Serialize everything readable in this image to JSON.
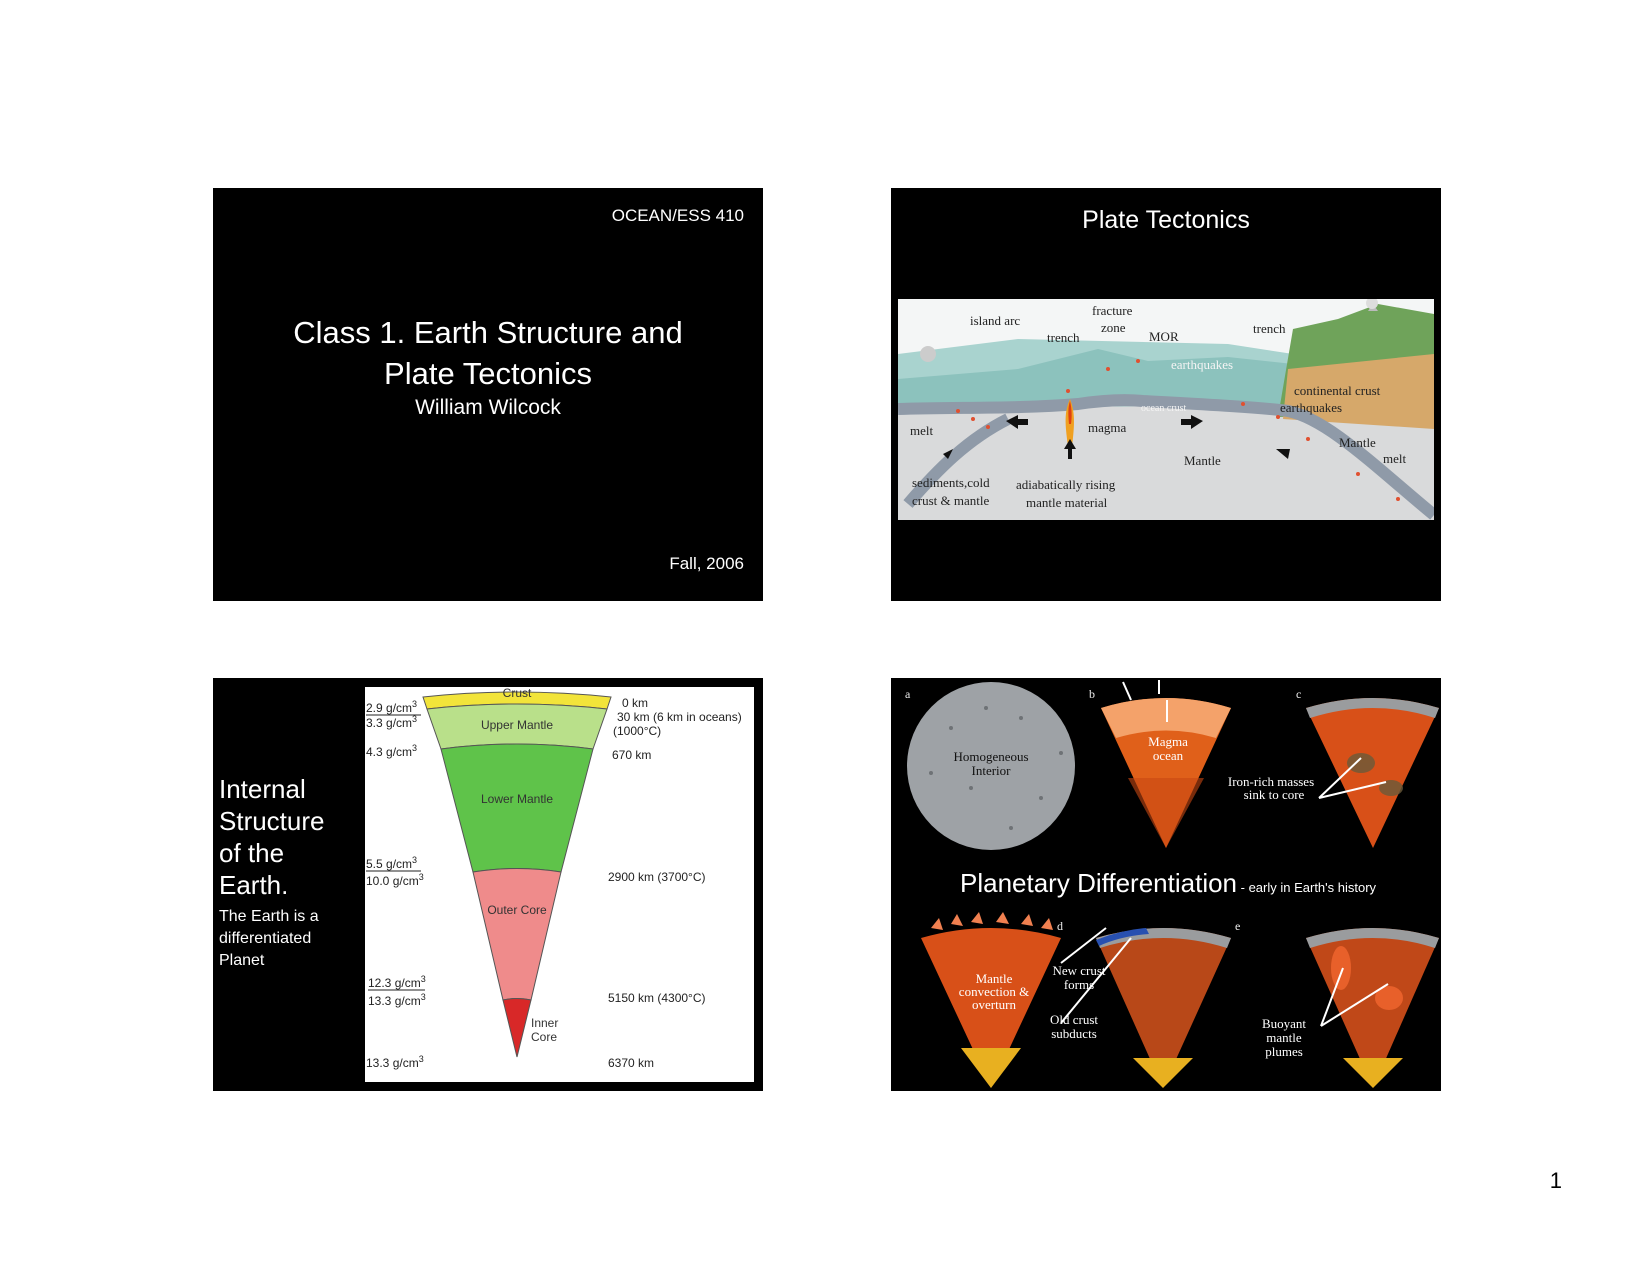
{
  "slide1": {
    "course": "OCEAN/ESS 410",
    "title_line1": "Class 1.  Earth Structure and",
    "title_line2": "Plate Tectonics",
    "author": "William Wilcock",
    "term": "Fall, 2006"
  },
  "slide2": {
    "title": "Plate Tectonics",
    "labels": {
      "island_arc": "island arc",
      "fracture": "fracture",
      "zone": "zone",
      "trench_left": "trench",
      "mor": "MOR",
      "trench_right": "trench",
      "earthquakes_top": "earthquakes",
      "ocean_crust": "ocean crust",
      "continental_crust": "continental crust",
      "earthquakes_right": "earthquakes",
      "melt_left": "melt",
      "magma": "magma",
      "mantle_center": "Mantle",
      "mantle_right": "Mantle",
      "melt_right": "melt",
      "sediments_1": "sediments,cold",
      "sediments_2": "crust & mantle",
      "adiabatic_1": "adiabatically rising",
      "adiabatic_2": "mantle material"
    }
  },
  "slide3": {
    "title_lines": [
      "Internal",
      "Structure",
      "of the",
      "Earth."
    ],
    "subtitle_lines": [
      "The Earth is a",
      "differentiated",
      "Planet"
    ],
    "layers": {
      "crust": "Crust",
      "upper_mantle": "Upper Mantle",
      "lower_mantle": "Lower Mantle",
      "outer_core": "Outer Core",
      "inner_core_1": "Inner",
      "inner_core_2": "Core"
    },
    "densities": {
      "d1": "2.9 g/cm",
      "d2": "3.3 g/cm",
      "d3": "4.3 g/cm",
      "d4": "5.5 g/cm",
      "d5": "10.0 g/cm",
      "d6": "12.3 g/cm",
      "d7": "13.3 g/cm",
      "d8": "13.3 g/cm",
      "exp": "3"
    },
    "depths": {
      "k0": "0 km",
      "k30": "30 km (6 km in oceans)",
      "k30_temp": "(1000°C)",
      "k670": "670 km",
      "k2900": "2900 km (3700°C)",
      "k5150": "5150 km (4300°C)",
      "k6370": "6370 km"
    }
  },
  "slide4": {
    "panel_a": "a",
    "panel_b": "b",
    "panel_c": "c",
    "panel_d": "d",
    "panel_e": "e",
    "homog_1": "Homogeneous",
    "homog_2": "Interior",
    "magma_1": "Magma",
    "magma_2": "ocean",
    "iron_1": "Iron-rich masses",
    "iron_2": "sink to core",
    "title": "Planetary Differentiation",
    "title_note": " - early in Earth's history",
    "conv_1": "Mantle",
    "conv_2": "convection &",
    "conv_3": "overturn",
    "newcrust_1": "New crust",
    "newcrust_2": "forms",
    "oldcrust_1": "Old crust",
    "oldcrust_2": "subducts",
    "buoy_1": "Buoyant",
    "buoy_2": "mantle",
    "buoy_3": "plumes"
  },
  "page_number": "1"
}
